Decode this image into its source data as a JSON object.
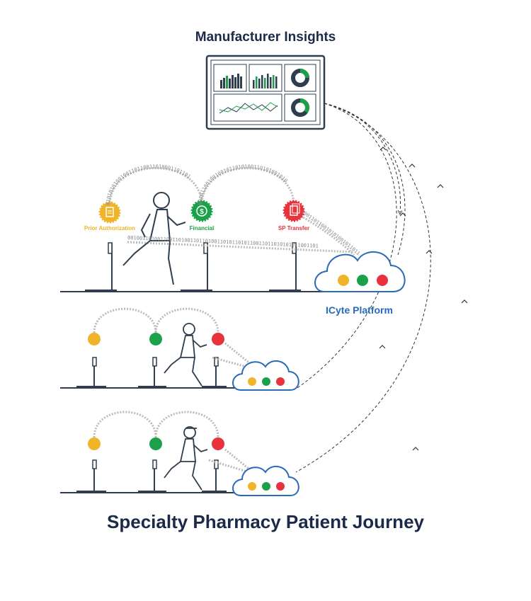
{
  "header": {
    "title": "Manufacturer Insights"
  },
  "footer": {
    "title": "Specialty Pharmacy Patient Journey"
  },
  "platform": {
    "label": "ICyte Platform"
  },
  "steps": [
    {
      "label": "Prior Authorization",
      "icon": "document-icon",
      "color": "#f0b429"
    },
    {
      "label": "Financial",
      "icon": "dollar-icon",
      "color": "#1aa14a"
    },
    {
      "label": "SP Transfer",
      "icon": "transfer-document-icon",
      "color": "#e8323c"
    }
  ],
  "colors": {
    "navy": "#1c2a4a",
    "blue": "#2a6bb8",
    "yellow": "#f0b429",
    "green": "#1aa14a",
    "red": "#e8323c",
    "dark": "#2f3e4e"
  },
  "binary": {
    "arc1": "0101010100100110110011010001101101",
    "arc2": "001011001001001011010100110101001010",
    "arc3": "1001101100101010010110110001010",
    "stream": "0010011010011001101001101101001101011010110011011010101011001101"
  }
}
